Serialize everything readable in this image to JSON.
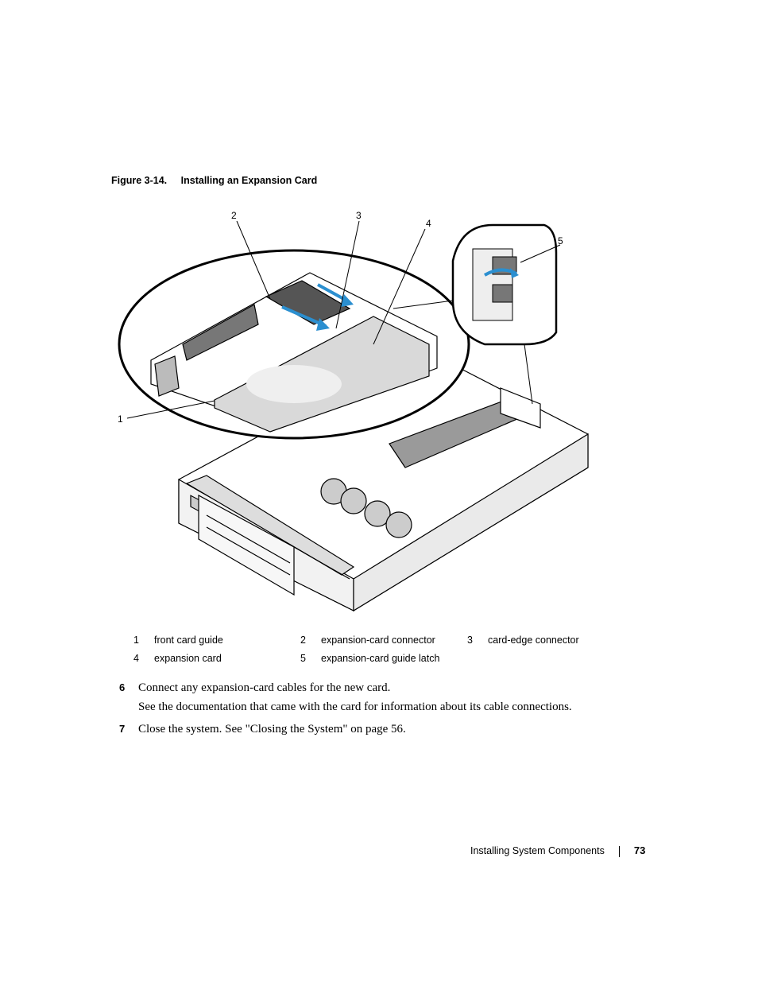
{
  "figure": {
    "number": "Figure 3-14.",
    "title": "Installing an Expansion Card",
    "callouts": [
      "1",
      "2",
      "3",
      "4",
      "5"
    ]
  },
  "legend": [
    {
      "num": "1",
      "label": "front card guide"
    },
    {
      "num": "2",
      "label": "expansion-card connector"
    },
    {
      "num": "3",
      "label": "card-edge connector"
    },
    {
      "num": "4",
      "label": "expansion card"
    },
    {
      "num": "5",
      "label": "expansion-card guide latch"
    }
  ],
  "steps": [
    {
      "num": "6",
      "text": "Connect any expansion-card cables for the new card.",
      "note": "See the documentation that came with the card for information about its cable connections."
    },
    {
      "num": "7",
      "text": "Close the system. See \"Closing the System\" on page 56."
    }
  ],
  "footer": {
    "section": "Installing System Components",
    "page": "73"
  },
  "colors": {
    "arrow": "#2b8fd0",
    "card": "#d9d9d9"
  }
}
